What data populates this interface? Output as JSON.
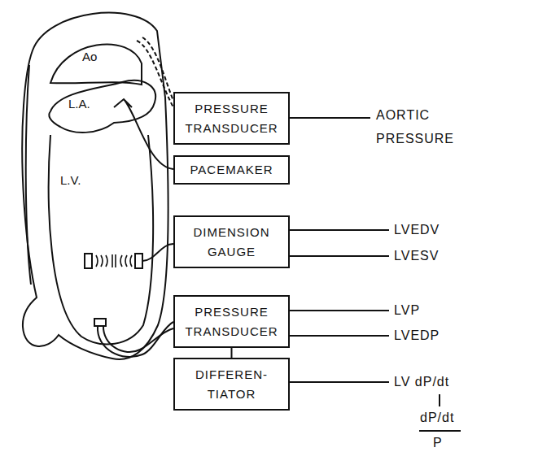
{
  "diagram": {
    "nodes": [
      {
        "text": [
          "PRESSURE TRANSDUCER"
        ]
      },
      {
        "text": [
          "PACEMAKER"
        ]
      },
      {
        "text": [
          "DIMENSION GAUGE"
        ]
      },
      {
        "text": [
          "PRESSURE TRANSDUCER"
        ]
      },
      {
        "text": [
          "DIFFEREN- TIATOR"
        ]
      }
    ],
    "edges": [
      {
        "from": 3,
        "to": 4,
        "arrow": "none"
      }
    ],
    "labels": [
      "Ao",
      "L.A.",
      "L.V.",
      "AORTIC PRESSURE",
      "LVEDV",
      "LVESV",
      "LVP",
      "LVEDP",
      "LV dP/dt",
      "dP/dt",
      "P"
    ]
  }
}
